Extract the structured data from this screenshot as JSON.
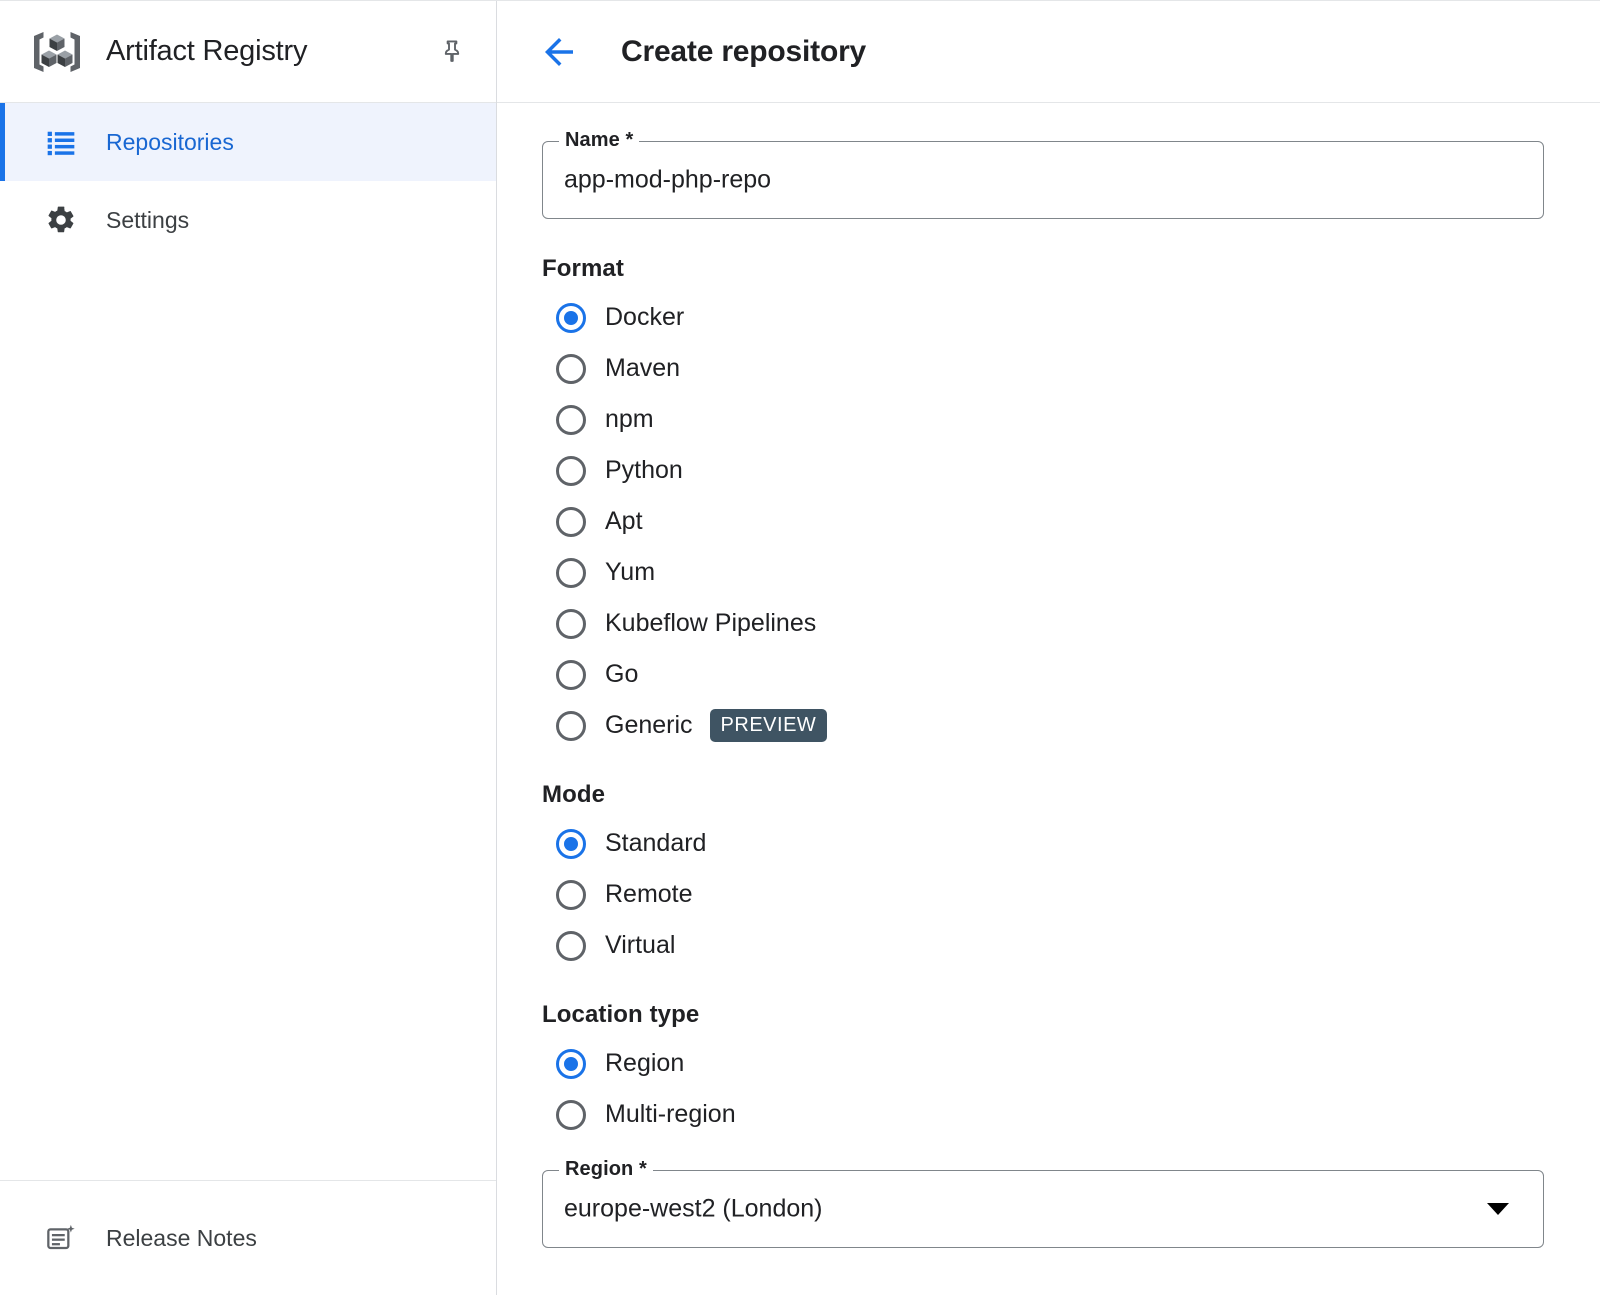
{
  "sidebar": {
    "brand": {
      "title": "Artifact Registry",
      "logo_icon": "artifact-registry-logo-icon",
      "pin_icon": "pin-icon"
    },
    "items": [
      {
        "label": "Repositories",
        "icon": "list-icon",
        "active": true
      },
      {
        "label": "Settings",
        "icon": "gear-icon",
        "active": false
      }
    ],
    "footer": {
      "label": "Release Notes",
      "icon": "release-notes-icon"
    }
  },
  "header": {
    "back_icon": "arrow-left-icon",
    "title": "Create repository"
  },
  "form": {
    "name_field": {
      "legend": "Name *",
      "value": "app-mod-php-repo",
      "placeholder": ""
    },
    "format": {
      "label": "Format",
      "selected": "Docker",
      "options": [
        {
          "label": "Docker",
          "badge": null
        },
        {
          "label": "Maven",
          "badge": null
        },
        {
          "label": "npm",
          "badge": null
        },
        {
          "label": "Python",
          "badge": null
        },
        {
          "label": "Apt",
          "badge": null
        },
        {
          "label": "Yum",
          "badge": null
        },
        {
          "label": "Kubeflow Pipelines",
          "badge": null
        },
        {
          "label": "Go",
          "badge": null
        },
        {
          "label": "Generic",
          "badge": "PREVIEW"
        }
      ]
    },
    "mode": {
      "label": "Mode",
      "selected": "Standard",
      "options": [
        {
          "label": "Standard",
          "badge": null
        },
        {
          "label": "Remote",
          "badge": null
        },
        {
          "label": "Virtual",
          "badge": null
        }
      ]
    },
    "location_type": {
      "label": "Location type",
      "selected": "Region",
      "options": [
        {
          "label": "Region",
          "badge": null
        },
        {
          "label": "Multi-region",
          "badge": null
        }
      ]
    },
    "region_field": {
      "legend": "Region *",
      "value": "europe-west2 (London)",
      "dropdown_icon": "chevron-down-icon"
    }
  },
  "colors": {
    "accent": "#1a73e8",
    "nav_active_bg": "#eff3fd",
    "nav_active_text": "#1967d2",
    "badge_bg": "#3f5463",
    "border": "#dadce0",
    "field_border": "#80868b",
    "text": "#202124"
  }
}
